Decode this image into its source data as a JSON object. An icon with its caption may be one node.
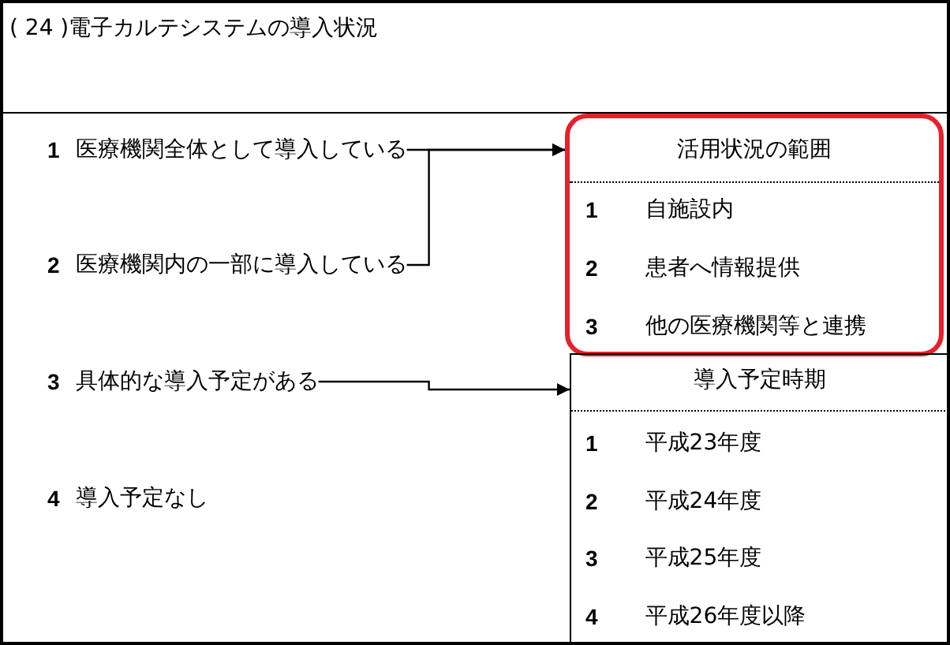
{
  "diagram": {
    "title": "( 24 )電子カルテシステムの導入状況",
    "nodes": [
      {
        "text": [
          "1",
          "医療機関全体として導入している"
        ]
      },
      {
        "text": [
          "2",
          "医療機関内の一部に導入している"
        ]
      },
      {
        "text": [
          "3",
          "具体的な導入予定がある"
        ]
      },
      {
        "text": [
          "4",
          "導入予定なし"
        ]
      },
      {
        "text": [
          "活用状況の範囲"
        ]
      },
      {
        "text": [
          "1",
          "自施設内"
        ],
        "in": 4
      },
      {
        "text": [
          "2",
          "患者へ情報提供"
        ],
        "in": 4
      },
      {
        "text": [
          "3",
          "他の医療機関等と連携"
        ],
        "in": 4
      },
      {
        "text": [
          "導入予定時期"
        ]
      },
      {
        "text": [
          "1",
          "平成23年度"
        ],
        "in": 8
      },
      {
        "text": [
          "2",
          "平成24年度"
        ],
        "in": 8
      },
      {
        "text": [
          "3",
          "平成25年度"
        ],
        "in": 8
      },
      {
        "text": [
          "4",
          "平成26年度以降"
        ],
        "in": 8
      }
    ],
    "edges": [
      {
        "from": 0,
        "to": 4,
        "arrow": "to"
      },
      {
        "from": 1,
        "to": 4,
        "arrow": "to"
      },
      {
        "from": 2,
        "to": 8,
        "arrow": "to"
      }
    ]
  }
}
